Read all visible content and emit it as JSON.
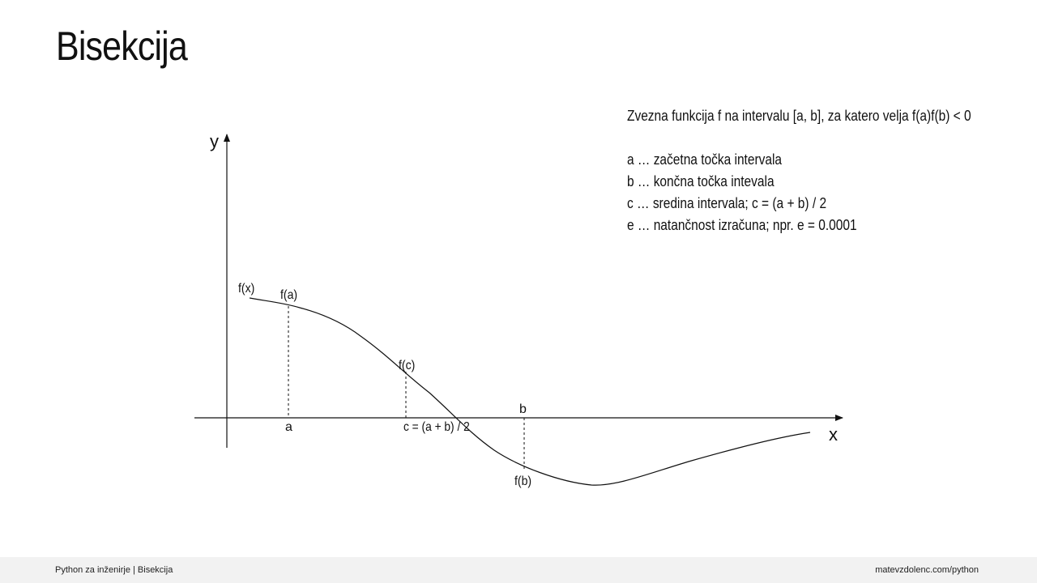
{
  "slide": {
    "title": "Bisekcija"
  },
  "description": {
    "intro": "Zvezna funkcija f na intervalu [a, b], za katero velja f(a)f(b) < 0",
    "items": [
      "a … začetna točka intervala",
      "b … končna točka intevala",
      "c … sredina intervala; c = (a + b) / 2",
      "e … natančnost izračuna; npr. e = 0.0001"
    ]
  },
  "diagram": {
    "y_axis_label": "y",
    "x_axis_label": "x",
    "curve_label": "f(x)",
    "point_labels": {
      "fa": "f(a)",
      "fc": "f(c)",
      "fb": "f(b)",
      "a": "a",
      "b": "b",
      "c": "c = (a + b) / 2"
    }
  },
  "footer": {
    "left": "Python za inženirje | Bisekcija",
    "right": "matevzdolenc.com/python"
  }
}
